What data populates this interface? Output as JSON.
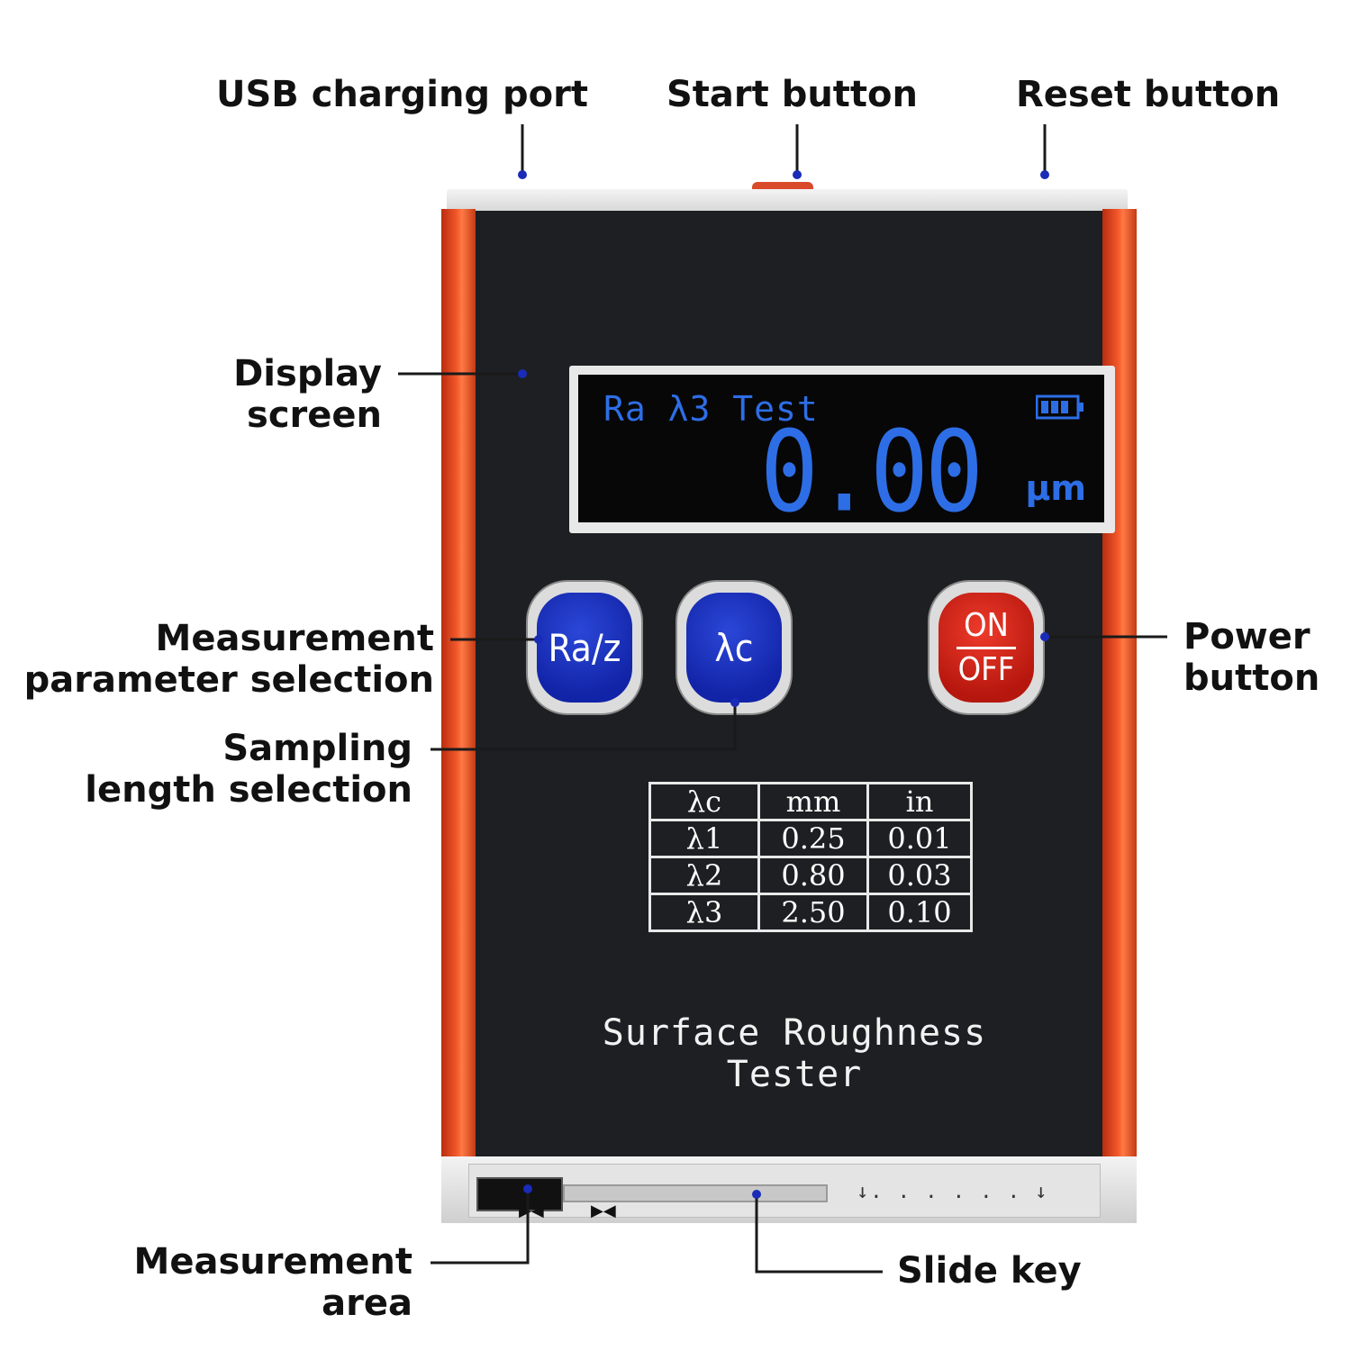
{
  "callouts": {
    "usb": "USB charging port",
    "start": "Start button",
    "reset": "Reset button",
    "display_line1": "Display",
    "display_line2": "screen",
    "param_line1": "Measurement",
    "param_line2": "parameter selection",
    "sampling_line1": "Sampling",
    "sampling_line2": "length selection",
    "power_line1": "Power",
    "power_line2": "button",
    "area_line1": "Measurement",
    "area_line2": "area",
    "slide": "Slide key"
  },
  "display": {
    "status": "Ra λ3 Test",
    "value": "0.00",
    "unit": "µm"
  },
  "buttons": {
    "param": "Ra/z",
    "sampling": "λc",
    "power_on": "ON",
    "power_off": "OFF"
  },
  "table": {
    "header": [
      "λc",
      "mm",
      "in"
    ],
    "rows": [
      [
        "λ1",
        "0.25",
        "0.01"
      ],
      [
        "λ2",
        "0.80",
        "0.03"
      ],
      [
        "λ3",
        "2.50",
        "0.10"
      ]
    ]
  },
  "brand": "Surface Roughness Tester",
  "scale": "↓. . . . . . ↓",
  "colors": {
    "lcd_text": "#2d6ee6",
    "rail": "#f2582a",
    "button_blue": "#1a30c0",
    "button_red": "#d42418",
    "leader_dot": "#1a2bb8"
  }
}
